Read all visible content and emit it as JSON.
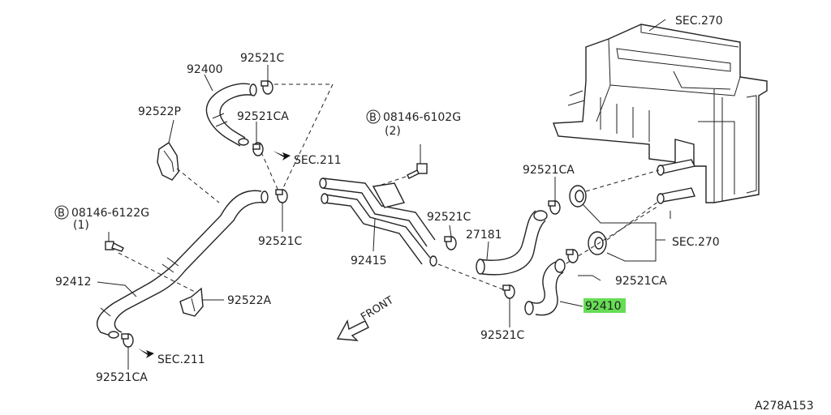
{
  "diagram": {
    "labels": {
      "sec270_top": "SEC.270",
      "sec270_right": "SEC.270",
      "p92400": "92400",
      "p92521c_top": "92521C",
      "p92522p": "92522P",
      "p92521ca_upper": "92521CA",
      "sec211_upper": "SEC.211",
      "bolt_upper": "08146-6102G",
      "bolt_upper_qty": "(2)",
      "p92521ca_mid": "92521CA",
      "bolt_left": "08146-6122G",
      "bolt_left_qty": "(1)",
      "p92521c_left": "92521C",
      "p92415": "92415",
      "p92521c_center": "92521C",
      "p27181": "27181",
      "p92412": "92412",
      "p92522a": "92522A",
      "p92521ca_right": "92521CA",
      "p92410": "92410",
      "front": "FRONT",
      "p92521c_bottom": "92521C",
      "sec211_lower": "SEC.211",
      "p92521ca_bottom": "92521CA",
      "figure_code": "A278A153",
      "bolt_symbol": "B"
    },
    "highlight_color": "#66dd55",
    "line_color": "#222222"
  }
}
